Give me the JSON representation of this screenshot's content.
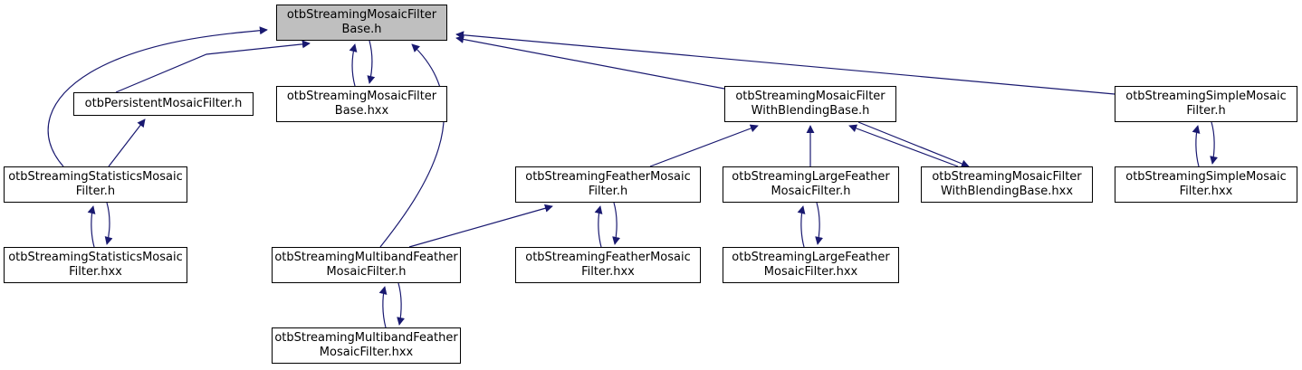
{
  "graph": {
    "title": "Include dependency graph",
    "edge_color": "#191970",
    "root_fill": "#bfbfbf",
    "nodes": {
      "base_h": {
        "line1": "otbStreamingMosaicFilter",
        "line2": "Base.h"
      },
      "persistent_h": {
        "line1": "otbPersistentMosaicFilter.h",
        "line2": ""
      },
      "base_hxx": {
        "line1": "otbStreamingMosaicFilter",
        "line2": "Base.hxx"
      },
      "blending_h": {
        "line1": "otbStreamingMosaicFilter",
        "line2": "WithBlendingBase.h"
      },
      "simple_h": {
        "line1": "otbStreamingSimpleMosaic",
        "line2": "Filter.h"
      },
      "stats_h": {
        "line1": "otbStreamingStatisticsMosaic",
        "line2": "Filter.h"
      },
      "feather_h": {
        "line1": "otbStreamingFeatherMosaic",
        "line2": "Filter.h"
      },
      "large_h": {
        "line1": "otbStreamingLargeFeather",
        "line2": "MosaicFilter.h"
      },
      "blending_hxx": {
        "line1": "otbStreamingMosaicFilter",
        "line2": "WithBlendingBase.hxx"
      },
      "simple_hxx": {
        "line1": "otbStreamingSimpleMosaic",
        "line2": "Filter.hxx"
      },
      "stats_hxx": {
        "line1": "otbStreamingStatisticsMosaic",
        "line2": "Filter.hxx"
      },
      "multiband_h": {
        "line1": "otbStreamingMultibandFeather",
        "line2": "MosaicFilter.h"
      },
      "feather_hxx": {
        "line1": "otbStreamingFeatherMosaic",
        "line2": "Filter.hxx"
      },
      "large_hxx": {
        "line1": "otbStreamingLargeFeather",
        "line2": "MosaicFilter.hxx"
      },
      "multiband_hxx": {
        "line1": "otbStreamingMultibandFeather",
        "line2": "MosaicFilter.hxx"
      }
    },
    "edges": [
      {
        "from": "stats_h",
        "to": "base_h"
      },
      {
        "from": "persistent_h",
        "to": "base_h"
      },
      {
        "from": "base_hxx",
        "to": "base_h"
      },
      {
        "from": "base_h",
        "to": "base_hxx"
      },
      {
        "from": "multiband_h",
        "to": "base_h"
      },
      {
        "from": "blending_h",
        "to": "base_h"
      },
      {
        "from": "simple_h",
        "to": "base_h"
      },
      {
        "from": "stats_h",
        "to": "persistent_h"
      },
      {
        "from": "stats_hxx",
        "to": "stats_h"
      },
      {
        "from": "stats_h",
        "to": "stats_hxx"
      },
      {
        "from": "feather_h",
        "to": "blending_h"
      },
      {
        "from": "large_h",
        "to": "blending_h"
      },
      {
        "from": "blending_hxx",
        "to": "blending_h"
      },
      {
        "from": "blending_h",
        "to": "blending_hxx"
      },
      {
        "from": "multiband_h",
        "to": "feather_h"
      },
      {
        "from": "feather_hxx",
        "to": "feather_h"
      },
      {
        "from": "feather_h",
        "to": "feather_hxx"
      },
      {
        "from": "large_hxx",
        "to": "large_h"
      },
      {
        "from": "large_h",
        "to": "large_hxx"
      },
      {
        "from": "multiband_hxx",
        "to": "multiband_h"
      },
      {
        "from": "multiband_h",
        "to": "multiband_hxx"
      },
      {
        "from": "simple_hxx",
        "to": "simple_h"
      },
      {
        "from": "simple_h",
        "to": "simple_hxx"
      }
    ]
  }
}
